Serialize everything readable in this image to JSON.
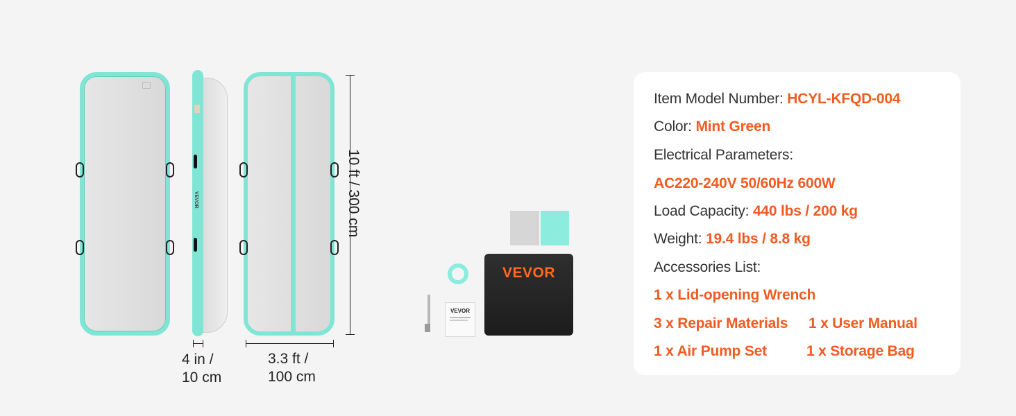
{
  "dimensions": {
    "height": "10 ft / 300 cm",
    "thickness_line1": "4 in /",
    "thickness_line2": "10 cm",
    "width_line1": "3.3 ft /",
    "width_line2": "100 cm"
  },
  "brand": {
    "logo": "VEVOR",
    "accent": "#7fe6d5",
    "highlight": "#f05b1f"
  },
  "specs": {
    "model_label": "Item Model Number:",
    "model_value": "HCYL-KFQD-004",
    "color_label": "Color:",
    "color_value": "Mint Green",
    "electrical_label": "Electrical Parameters:",
    "electrical_value": "AC220-240V 50/60Hz 600W",
    "load_label": "Load Capacity:",
    "load_value": "440 lbs / 200 kg",
    "weight_label": "Weight:",
    "weight_value": "19.4 lbs / 8.8 kg",
    "accessories_label": "Accessories List:",
    "accessories": [
      "1 x Lid-opening Wrench",
      "3 x Repair Materials",
      "1 x User Manual",
      "1 x Air Pump Set",
      "1 x Storage Bag"
    ]
  },
  "icons": [
    "mat-front-view",
    "mat-side-view",
    "mat-back-view",
    "repair-patch-icon",
    "ring-icon",
    "storage-bag-icon",
    "manual-icon",
    "wrench-icon"
  ]
}
